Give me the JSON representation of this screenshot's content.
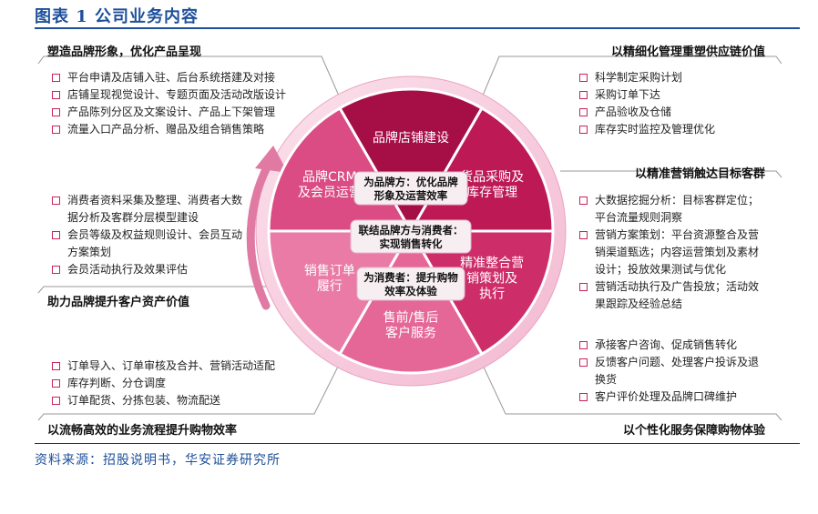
{
  "title": "图表 1 公司业务内容",
  "source": "资料来源：招股说明书，华安证券研究所",
  "wheel": {
    "segments": [
      {
        "label": [
          "品牌店铺建设"
        ],
        "color": "#a50f45"
      },
      {
        "label": [
          "货品采购及",
          "库存管理"
        ],
        "color": "#bd1a55"
      },
      {
        "label": [
          "精准整合营",
          "销策划及",
          "执行"
        ],
        "color": "#cd2e6a"
      },
      {
        "label": [
          "售前/售后",
          "客户服务"
        ],
        "color": "#e56798"
      },
      {
        "label": [
          "销售订单",
          "履行"
        ],
        "color": "#e97ba6"
      },
      {
        "label": [
          "品牌CRM",
          "及会员运营"
        ],
        "color": "#da4c83"
      }
    ],
    "center_boxes": [
      [
        "为品牌方：优化品牌",
        "形象及运营效率"
      ],
      [
        "联结品牌方与消费者：",
        "实现销售转化"
      ],
      [
        "为消费者：提升购物",
        "效率及体验"
      ]
    ]
  },
  "panels": {
    "top_left": {
      "heading": "塑造品牌形象，优化产品呈现",
      "items": [
        "平台申请及店铺入驻、后台系统搭建及对接",
        "店铺呈现视觉设计、专题页面及活动改版设计",
        "产品陈列分区及文案设计、产品上下架管理",
        "流量入口产品分析、赠品及组合销售策略"
      ]
    },
    "middle_left": {
      "heading": "助力品牌提升客户资产价值",
      "items": [
        "消费者资料采集及整理、消费者大数据分析及客群分层模型建设",
        "会员等级及权益规则设计、会员互动方案策划",
        "会员活动执行及效果评估"
      ]
    },
    "bottom_left": {
      "heading": "以流畅高效的业务流程提升购物效率",
      "items": [
        "订单导入、订单审核及合并、营销活动适配",
        "库存判断、分仓调度",
        "订单配货、分拣包装、物流配送"
      ]
    },
    "top_right": {
      "heading": "以精细化管理重塑供应链价值",
      "items": [
        "科学制定采购计划",
        "采购订单下达",
        "产品验收及仓储",
        "库存实时监控及管理优化"
      ]
    },
    "middle_right": {
      "heading": "以精准营销触达目标客群",
      "items": [
        "大数据挖掘分析：目标客群定位；平台流量规则洞察",
        "营销方案策划：平台资源整合及营销渠道甄选；内容运营策划及素材设计；投放效果测试与优化",
        "营销活动执行及广告投放；活动效果跟踪及经验总结"
      ]
    },
    "bottom_right": {
      "heading": "以个性化服务保障购物体验",
      "items": [
        "承接客户咨询、促成销售转化",
        "反馈客户问题、处理客户投诉及退换货",
        "客户评价处理及品牌口碑维护"
      ]
    }
  }
}
